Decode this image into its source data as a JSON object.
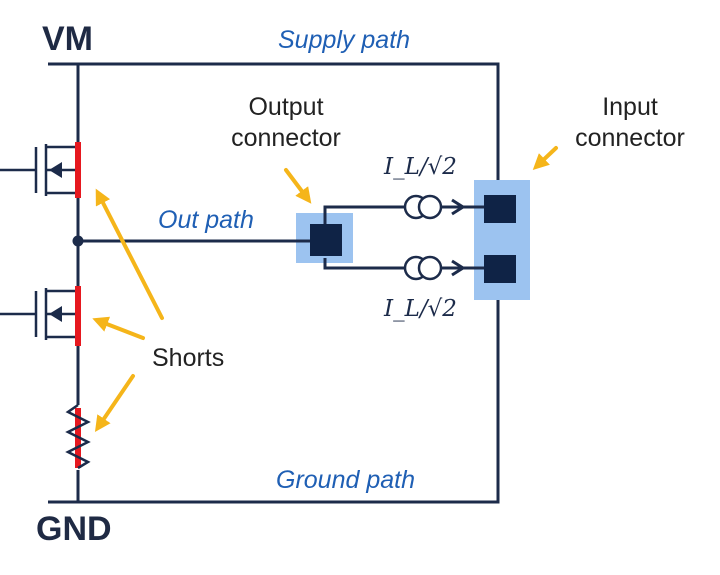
{
  "labels": {
    "supply_rail": "VM",
    "ground_rail": "GND",
    "supply_path": "Supply path",
    "out_path": "Out path",
    "ground_path": "Ground path",
    "output_connector": "Output connector",
    "input_connector": "Input connector",
    "shorts": "Shorts",
    "current_source_top": "I_L/√2",
    "current_source_bottom": "I_L/√2"
  },
  "colors": {
    "wire": "#1c2b4a",
    "connector_fill": "#0f2346",
    "connector_highlight": "#9cc3f0",
    "short": "#e6181f",
    "arrow": "#f5b51a",
    "path_text": "#1f5fb4"
  },
  "icons": [
    "mosfet-top-icon",
    "mosfet-bottom-icon",
    "resistor-icon",
    "current-source-icon"
  ]
}
